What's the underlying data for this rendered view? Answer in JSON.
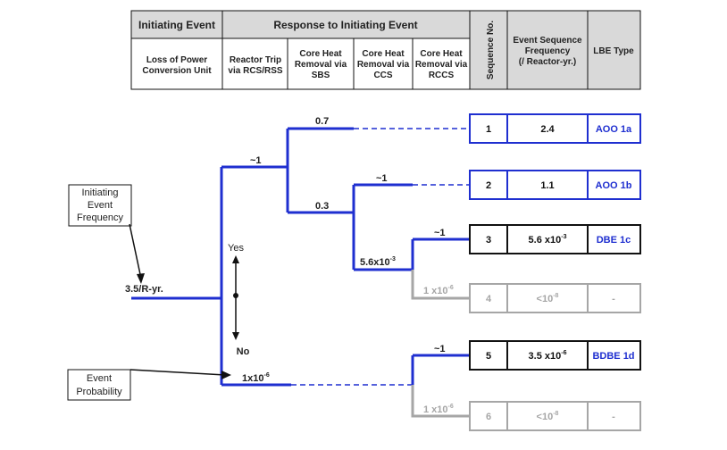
{
  "header": {
    "initiating_event": "Initiating Event",
    "response": "Response to Initiating Event",
    "sequence_no": "Sequence No.",
    "frequency": [
      "Event Sequence",
      "Frequency",
      "(/ Reactor-yr.)"
    ],
    "lbe_type": "LBE Type",
    "ie_name": [
      "Loss of Power",
      "Conversion Unit"
    ],
    "col_reactor_trip": [
      "Reactor Trip",
      "via RCS/RSS"
    ],
    "col_sbs": [
      "Core Heat",
      "Removal via",
      "SBS"
    ],
    "col_ccs": [
      "Core Heat",
      "Removal via",
      "CCS"
    ],
    "col_rccs": [
      "Core Heat",
      "Removal via",
      "RCCS"
    ]
  },
  "tree": {
    "ie_frequency": "3.5/R-yr.",
    "yes": "Yes",
    "no": "No",
    "p_trip_success": "~1",
    "p_trip_fail": "1x10",
    "p_trip_fail_exp": "-6",
    "p_sbs_success": "0.7",
    "p_sbs_fail": "0.3",
    "p_ccs_success": "~1",
    "p_ccs_fail": "5.6x10",
    "p_ccs_fail_exp": "-3",
    "p_rccs_success_a": "~1",
    "p_rccs_fail_a": "1 x10",
    "p_rccs_fail_a_exp": "-6",
    "p_rccs_success_b": "~1",
    "p_rccs_fail_b": "1 x10",
    "p_rccs_fail_b_exp": "-6"
  },
  "callouts": {
    "initiating_frequency": [
      "Initiating",
      "Event",
      "Frequency"
    ],
    "event_probability": [
      "Event",
      "Probability"
    ]
  },
  "sequences": [
    {
      "no": "1",
      "freq": "2.4",
      "freq_exp": "",
      "lbe": "AOO 1a",
      "status": "blue"
    },
    {
      "no": "2",
      "freq": "1.1",
      "freq_exp": "",
      "lbe": "AOO 1b",
      "status": "blue"
    },
    {
      "no": "3",
      "freq": "5.6 x10",
      "freq_exp": "-3",
      "lbe": "DBE 1c",
      "status": "black"
    },
    {
      "no": "4",
      "freq": "<10",
      "freq_exp": "-8",
      "lbe": "-",
      "status": "gray"
    },
    {
      "no": "5",
      "freq": "3.5 x10",
      "freq_exp": "-6",
      "lbe": "BDBE 1d",
      "status": "black"
    },
    {
      "no": "6",
      "freq": "<10",
      "freq_exp": "-8",
      "lbe": "-",
      "status": "gray"
    }
  ],
  "colors": {
    "blue": "#1f2fd0",
    "gray": "#a6a6a6",
    "black": "#111111",
    "header_fill": "#d9d9d9"
  }
}
